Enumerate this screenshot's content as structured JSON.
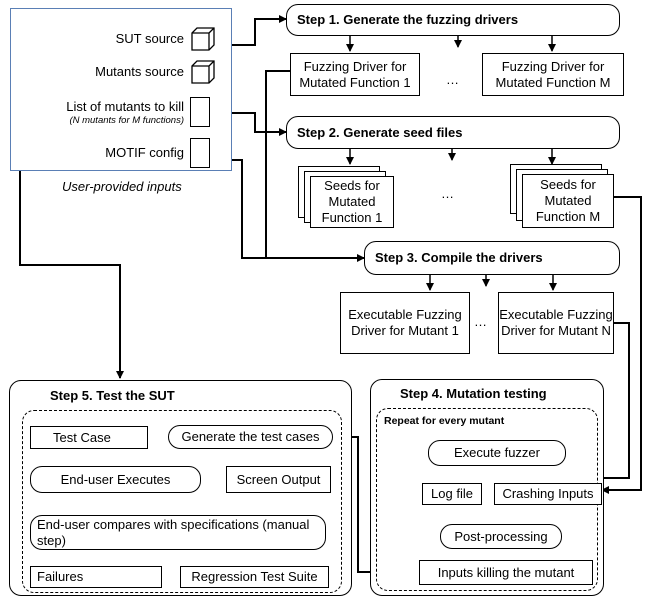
{
  "inputs": {
    "sut_source": "SUT source",
    "mutants_source": "Mutants source",
    "list_of_mutants": "List of mutants to kill",
    "list_note": "(N mutants for M functions)",
    "motif_config": "MOTIF config",
    "caption": "User-provided inputs"
  },
  "step1": {
    "title": "Step 1. Generate the fuzzing drivers",
    "driver_first": "Fuzzing Driver for Mutated Function 1",
    "driver_last": "Fuzzing Driver for Mutated Function M",
    "ellipsis": "…"
  },
  "step2": {
    "title": "Step 2. Generate seed files",
    "seeds_first": "Seeds for Mutated Function 1",
    "seeds_last": "Seeds for Mutated Function M",
    "ellipsis": "…"
  },
  "step3": {
    "title": "Step 3. Compile the drivers",
    "exe_first": "Executable Fuzzing Driver for Mutant 1",
    "exe_last": "Executable Fuzzing Driver for Mutant N",
    "ellipsis": "…"
  },
  "step4": {
    "title": "Step 4. Mutation testing",
    "repeat": "Repeat for every mutant",
    "execute": "Execute fuzzer",
    "log": "Log file",
    "crashing": "Crashing Inputs",
    "post": "Post-processing",
    "killing": "Inputs killing the mutant"
  },
  "step5": {
    "title": "Step 5. Test the SUT",
    "generate": "Generate the test cases",
    "test_case": "Test Case",
    "executes": "End-user Executes",
    "screen": "Screen Output",
    "compares": "End-user compares with specifications (manual step)",
    "failures": "Failures",
    "regression": "Regression Test Suite"
  }
}
